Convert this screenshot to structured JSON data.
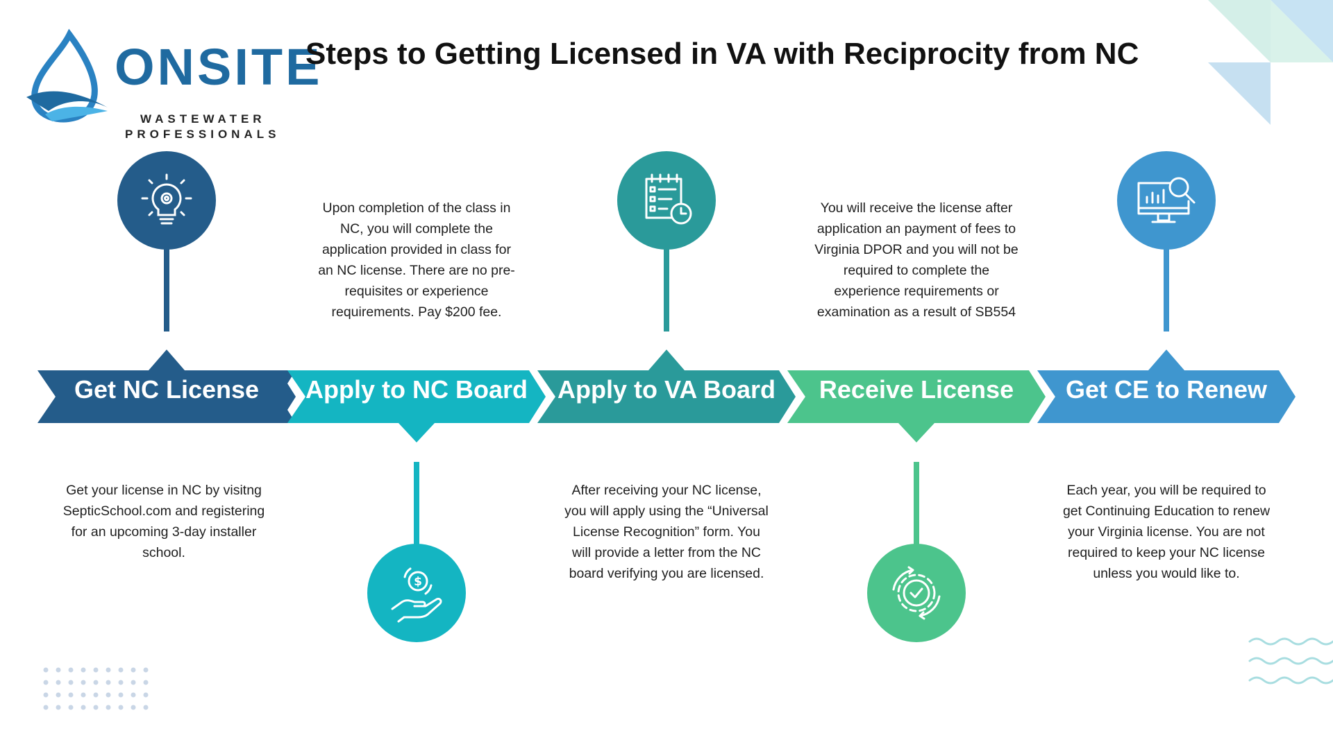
{
  "logo": {
    "name": "ONSITE",
    "sub1": "WASTEWATER",
    "sub2": "PROFESSIONALS"
  },
  "title": "Steps to Getting Licensed in VA with Reciprocity from NC",
  "colors": {
    "step1": "#245c8a",
    "step2": "#14b5c2",
    "step3": "#2a9a9a",
    "step4": "#4cc48c",
    "step5": "#3f96cf"
  },
  "steps": [
    {
      "label": "Get NC License",
      "icon": "lightbulb-gear-icon",
      "description": [
        "Get your license in NC by visitng",
        "SepticSchool.com and registering",
        "for an upcoming 3-day installer",
        "school."
      ]
    },
    {
      "label": "Apply to NC Board",
      "icon": "hand-money-icon",
      "description": [
        "Upon completion of the class in",
        "NC, you will complete the",
        "application provided in class for",
        "an NC license. There are no pre-",
        "requisites or experience",
        "requirements. Pay $200 fee."
      ]
    },
    {
      "label": "Apply to VA Board",
      "icon": "checklist-clock-icon",
      "description": [
        "After receiving your NC license,",
        "you will apply using the “Universal",
        "License Recognition” form. You",
        "will provide a letter from the NC",
        "board verifying you are licensed."
      ]
    },
    {
      "label": "Receive License",
      "icon": "gear-check-icon",
      "description": [
        "You will receive the license after",
        "application an payment of fees to",
        "Virginia DPOR and you will not be",
        "required to complete the",
        "experience requirements or",
        "examination as a result of SB554"
      ]
    },
    {
      "label": "Get CE to Renew",
      "icon": "monitor-search-icon",
      "description": [
        "Each year, you will be required to",
        "get Continuing Education to renew",
        "your Virginia license. You are not",
        "required to keep your NC license",
        "unless you would like to."
      ]
    }
  ]
}
